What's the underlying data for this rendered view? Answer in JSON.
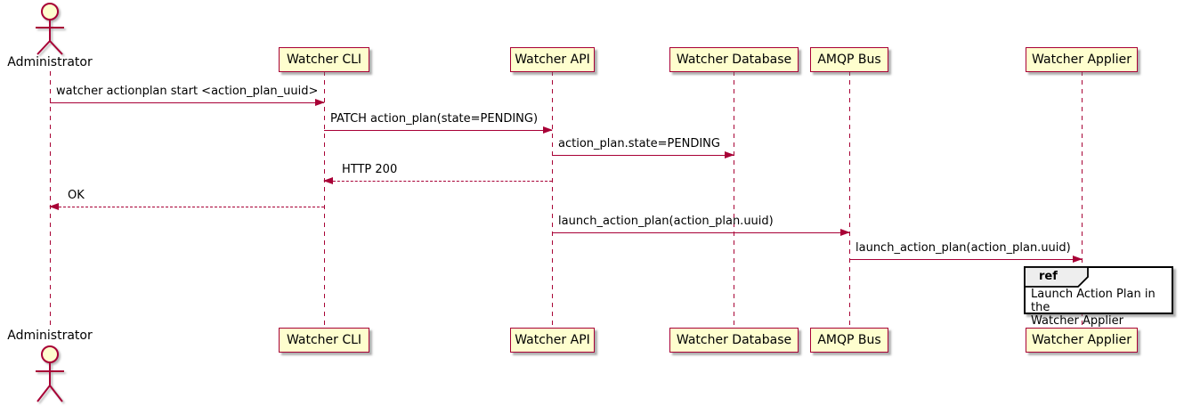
{
  "diagram": {
    "type": "uml-sequence",
    "colors": {
      "participant_fill": "#FEFECE",
      "stroke": "#A80036",
      "text": "#000000",
      "ref_header_fill": "#EEEEEE",
      "ref_border": "#000000",
      "background": "#FFFFFF"
    },
    "actor": {
      "name": "Administrator"
    },
    "participants": [
      {
        "name": "Watcher CLI"
      },
      {
        "name": "Watcher API"
      },
      {
        "name": "Watcher Database"
      },
      {
        "name": "AMQP Bus"
      },
      {
        "name": "Watcher Applier"
      }
    ],
    "messages": [
      {
        "from": "Administrator",
        "to": "Watcher CLI",
        "label": "watcher actionplan start <action_plan_uuid>",
        "line": "solid",
        "direction": "right"
      },
      {
        "from": "Watcher CLI",
        "to": "Watcher API",
        "label": "PATCH action_plan(state=PENDING)",
        "line": "solid",
        "direction": "right"
      },
      {
        "from": "Watcher API",
        "to": "Watcher Database",
        "label": "action_plan.state=PENDING",
        "line": "solid",
        "direction": "right"
      },
      {
        "from": "Watcher API",
        "to": "Watcher CLI",
        "label": "HTTP 200",
        "line": "dashed",
        "direction": "left"
      },
      {
        "from": "Watcher CLI",
        "to": "Administrator",
        "label": "OK",
        "line": "dashed",
        "direction": "left"
      },
      {
        "from": "Watcher API",
        "to": "AMQP Bus",
        "label": "launch_action_plan(action_plan.uuid)",
        "line": "solid",
        "direction": "right"
      },
      {
        "from": "AMQP Bus",
        "to": "Watcher Applier",
        "label": "launch_action_plan(action_plan.uuid)",
        "line": "solid",
        "direction": "right"
      }
    ],
    "ref": {
      "keyword": "ref",
      "text": "Launch Action Plan in the\nWatcher Applier"
    }
  }
}
